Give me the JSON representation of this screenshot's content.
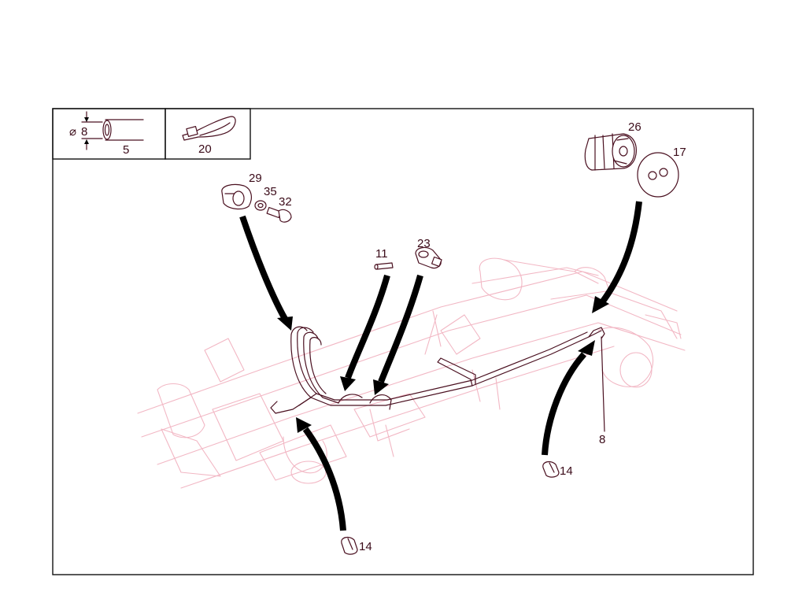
{
  "legend": {
    "hose_diameter_symbol": "⌀",
    "hose_diameter": "8",
    "hose_part_no": "5",
    "tie_part_no": "20"
  },
  "callouts": {
    "p29": "29",
    "p35": "35",
    "p32": "32",
    "p11": "11",
    "p23": "23",
    "p26": "26",
    "p17": "17",
    "p8": "8",
    "p14_right": "14",
    "p14_left": "14"
  },
  "colors": {
    "frame": "#111111",
    "ghost_chassis": "#f2b7c4",
    "parts": "#4a1020",
    "arrows": "#000000"
  }
}
